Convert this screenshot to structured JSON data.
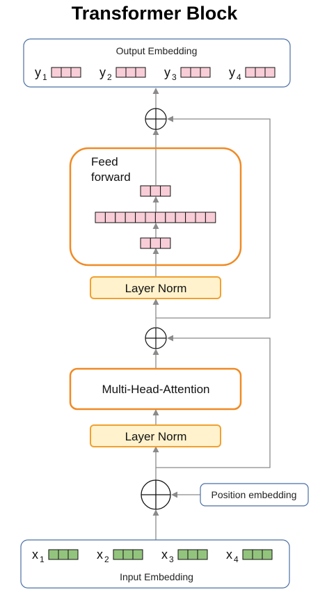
{
  "title": "Transformer Block",
  "output_embedding": {
    "label": "Output Embedding",
    "tokens": [
      {
        "letter": "y",
        "sub": "1"
      },
      {
        "letter": "y",
        "sub": "2"
      },
      {
        "letter": "y",
        "sub": "3"
      },
      {
        "letter": "y",
        "sub": "4"
      }
    ]
  },
  "feed_forward": {
    "label_line1": "Feed",
    "label_line2": "forward"
  },
  "layer_norm_top": {
    "label": "Layer Norm"
  },
  "multi_head_attention": {
    "label": "Multi-Head-Attention"
  },
  "layer_norm_bottom": {
    "label": "Layer Norm"
  },
  "position_embedding": {
    "label": "Position embedding"
  },
  "input_embedding": {
    "label": "Input Embedding",
    "tokens": [
      {
        "letter": "x",
        "sub": "1"
      },
      {
        "letter": "x",
        "sub": "2"
      },
      {
        "letter": "x",
        "sub": "3"
      },
      {
        "letter": "x",
        "sub": "4"
      }
    ]
  },
  "colors": {
    "orange_border": "#f08a24",
    "layer_norm_fill": "#fff2cc",
    "layer_norm_border": "#f0a030",
    "pink_cell": "#f8cdd8",
    "green_cell": "#93c47d",
    "embed_border": "#4a6fa5",
    "line": "#8a8a8a"
  }
}
